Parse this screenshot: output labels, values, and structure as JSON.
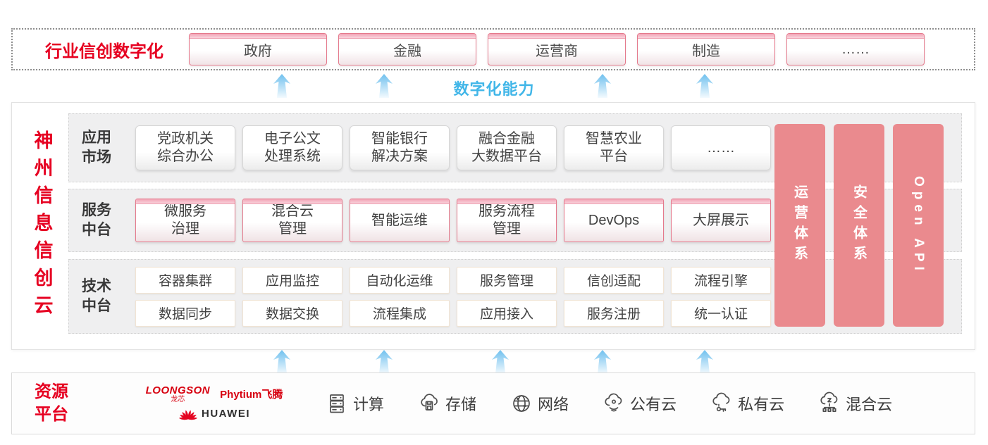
{
  "colors": {
    "accent_red": "#e60021",
    "pillar_salmon": "#ea8a8e",
    "capability_blue": "#41b6e8",
    "pink_box_border": "#e5798c",
    "pink_box_cap": "#f2a4b6",
    "arrow_blue": "#6fc0ee"
  },
  "top_band": {
    "title": "行业信创数字化",
    "items": [
      "政府",
      "金融",
      "运营商",
      "制造",
      "……"
    ]
  },
  "capability": {
    "label": "数字化能力"
  },
  "platform": {
    "title": "神州信息信创云",
    "rows": [
      {
        "label": "应用\n市场",
        "items": [
          "党政机关\n综合办公",
          "电子公文\n处理系统",
          "智能银行\n解决方案",
          "融合金融\n大数据平台",
          "智慧农业\n平台",
          "……"
        ]
      },
      {
        "label": "服务\n中台",
        "items": [
          "微服务\n治理",
          "混合云\n管理",
          "智能运维",
          "服务流程\n管理",
          "DevOps",
          "大屏展示"
        ]
      },
      {
        "label": "技术\n中台",
        "items_top": [
          "容器集群",
          "应用监控",
          "自动化运维",
          "服务管理",
          "信创适配",
          "流程引擎"
        ],
        "items_bottom": [
          "数据同步",
          "数据交换",
          "流程集成",
          "应用接入",
          "服务注册",
          "统一认证"
        ]
      }
    ],
    "pillars": [
      {
        "label": "运营体系"
      },
      {
        "label": "安全体系"
      },
      {
        "label": "Open API"
      }
    ]
  },
  "resources": {
    "label": "资源\n平台",
    "vendors": {
      "loongson": "LOONGSON",
      "loongson_cn": "龙芯",
      "phytium": "Phytium飞腾",
      "huawei": "HUAWEI"
    },
    "items": [
      {
        "icon": "compute-icon",
        "label": "计算"
      },
      {
        "icon": "storage-icon",
        "label": "存储"
      },
      {
        "icon": "network-icon",
        "label": "网络"
      },
      {
        "icon": "public-cloud-icon",
        "label": "公有云"
      },
      {
        "icon": "private-cloud-icon",
        "label": "私有云"
      },
      {
        "icon": "hybrid-cloud-icon",
        "label": "混合云"
      }
    ]
  }
}
